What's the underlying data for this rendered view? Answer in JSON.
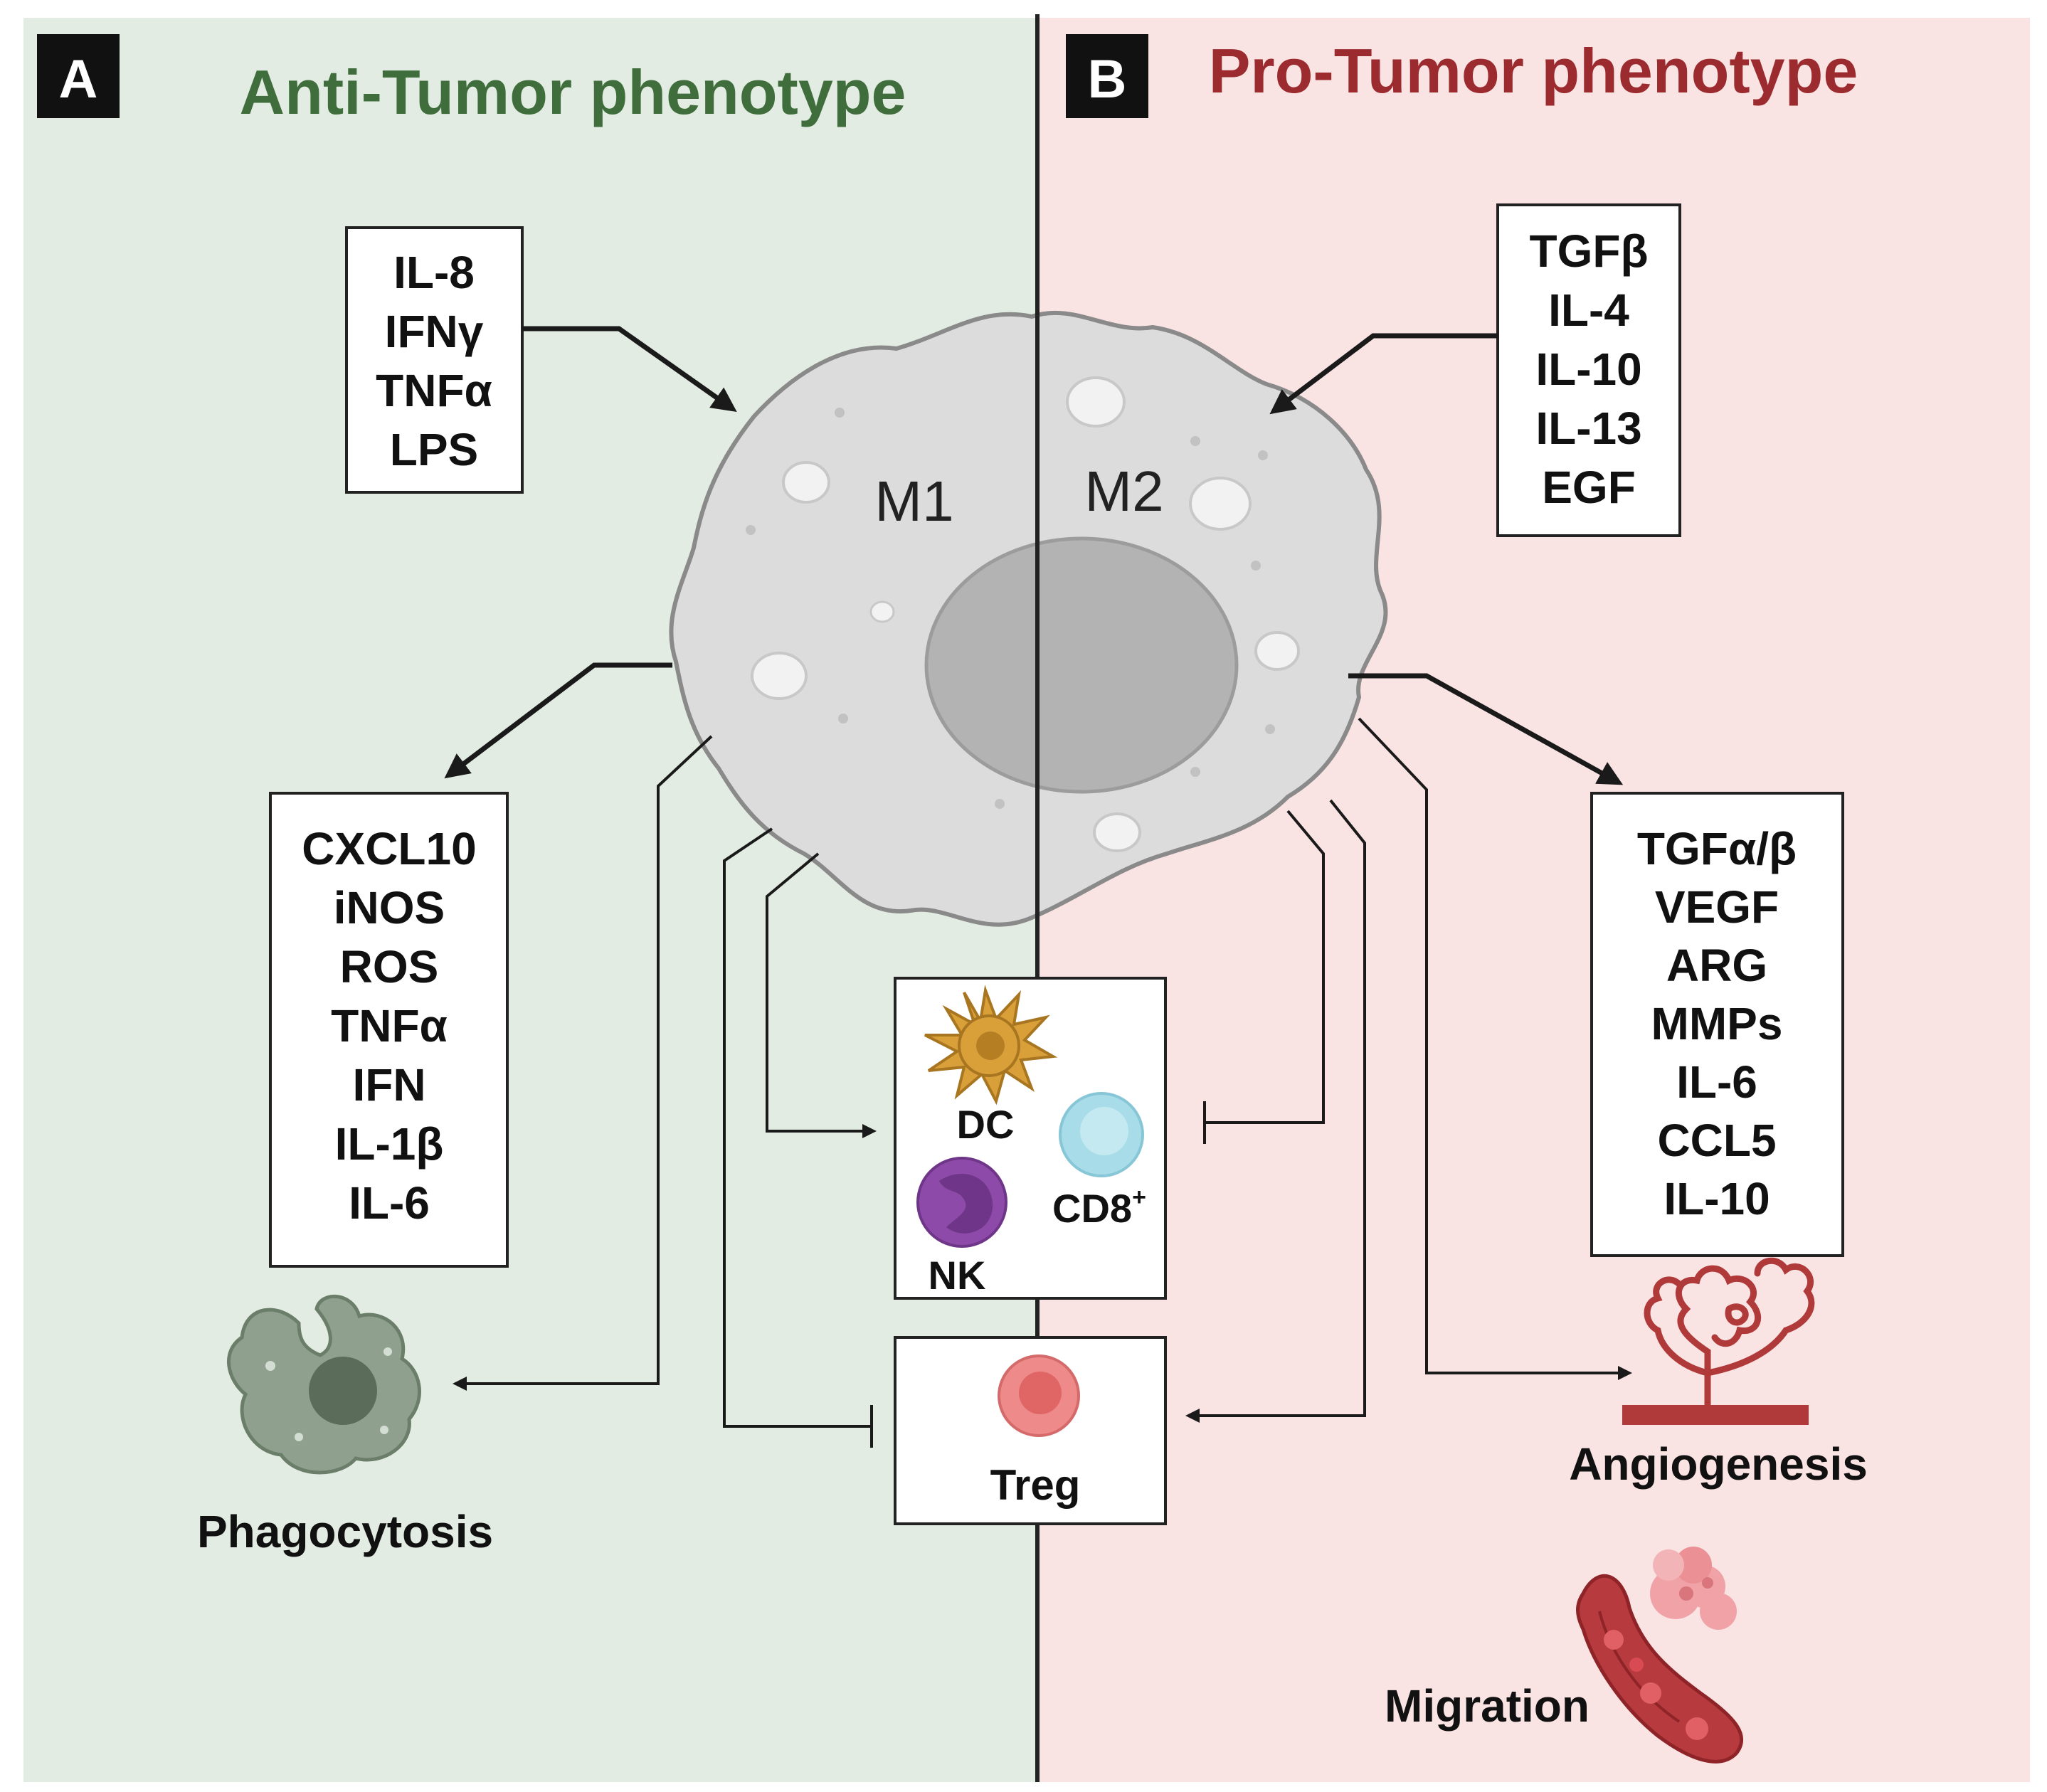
{
  "panel_a": {
    "letter": "A",
    "title": "Anti-Tumor phenotype",
    "background": "#e3ece2",
    "title_color": "#3f6e3c",
    "inducers": [
      "IL-8",
      "IFNγ",
      "TNFα",
      "LPS"
    ],
    "products": [
      "CXCL10",
      "iNOS",
      "ROS",
      "TNFα",
      "IFN",
      "IL-1β",
      "IL-6"
    ],
    "phagocytosis_label": "Phagocytosis"
  },
  "panel_b": {
    "letter": "B",
    "title": "Pro-Tumor phenotype",
    "background": "#fae3e3",
    "title_color": "#9b2b2e",
    "inducers": [
      "TGFβ",
      "IL-4",
      "IL-10",
      "IL-13",
      "EGF"
    ],
    "products": [
      "TGFα/β",
      "VEGF",
      "ARG",
      "MMPs",
      "IL-6",
      "CCL5",
      "IL-10"
    ],
    "angiogenesis_label": "Angiogenesis",
    "migration_label": "Migration"
  },
  "macrophage": {
    "m1_label": "M1",
    "m2_label": "M2",
    "cytoplasm_color": "#dcdcdc",
    "nucleus_color": "#b3b3b3"
  },
  "immune_cells": {
    "dc_label": "DC",
    "cd8_label": "CD8",
    "cd8_superscript": "+",
    "nk_label": "NK",
    "treg_label": "Treg",
    "dc_color": "#d9a03a",
    "cd8_color": "#a8dce8",
    "nk_color": "#8d4aa8",
    "treg_color": "#ee8a8a"
  }
}
